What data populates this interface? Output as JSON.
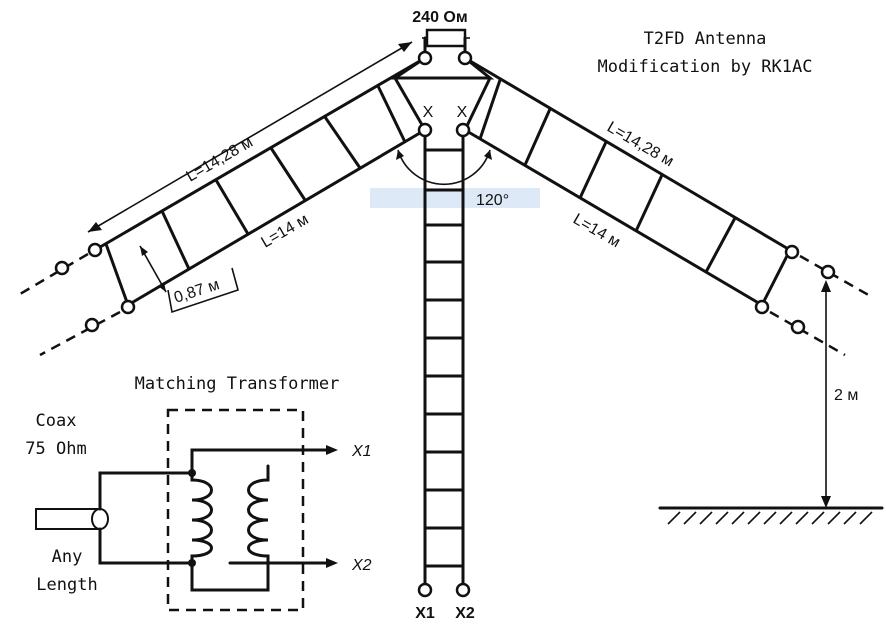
{
  "title": {
    "line1": "T2FD Antenna",
    "line2": "Modification by RK1AC"
  },
  "resistor_label": "240 Ом",
  "feed_labels": {
    "x_left": "X",
    "x_right": "X",
    "bottom_left": "X1",
    "bottom_right": "X2"
  },
  "angle_label": "120°",
  "left_arm": {
    "outer_length": "L=14,28 м",
    "inner_length": "L=14 м",
    "spacing": "0,87 м"
  },
  "right_arm": {
    "outer_length": "L=14,28 м",
    "inner_length": "L=14 м"
  },
  "height_label": "2 м",
  "transformer": {
    "title": "Matching Transformer",
    "coax_line1": "Coax",
    "coax_line2": "75 Ohm",
    "length_line1": "Any",
    "length_line2": "Length",
    "out1": "X1",
    "out2": "X2"
  },
  "colors": {
    "ink": "#111111",
    "watermark": "#d6e4f5"
  }
}
